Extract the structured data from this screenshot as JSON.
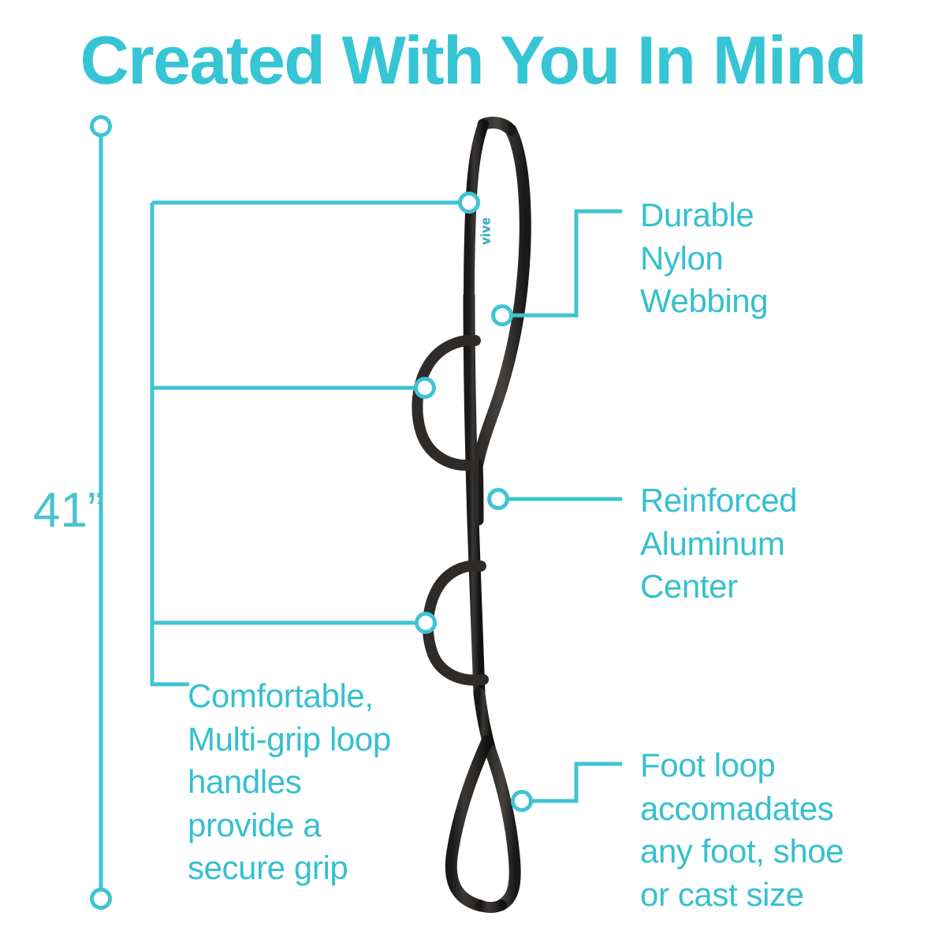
{
  "page": {
    "background_color": "#ffffff",
    "accent_color": "#35c5d4",
    "product_color": "#231f20"
  },
  "header": {
    "title": "Created With You In Mind"
  },
  "dimension": {
    "label": "41”",
    "value": 41,
    "unit": "inches",
    "orientation": "vertical",
    "top_marker": "open-circle",
    "bottom_marker": "open-circle"
  },
  "product": {
    "name": "vive",
    "brand_label": "vive",
    "description": "Black nylon stretch strap with looped handles and foot loop"
  },
  "callouts": [
    {
      "id": "nylon-webbing",
      "text": "Durable\nNylon\nWebbing",
      "side": "right",
      "marker": "open-circle"
    },
    {
      "id": "aluminum-center",
      "text": "Reinforced\nAluminum\nCenter",
      "side": "right",
      "marker": "open-circle"
    },
    {
      "id": "foot-loop",
      "text": "Foot loop\naccomadates\nany foot, shoe\nor cast size",
      "side": "right",
      "marker": "open-circle"
    },
    {
      "id": "multi-grip-handles",
      "text": "Comfortable,\nMulti-grip loop\nhandles\nprovide a\nsecure grip",
      "side": "left",
      "marker": "open-circle"
    }
  ]
}
